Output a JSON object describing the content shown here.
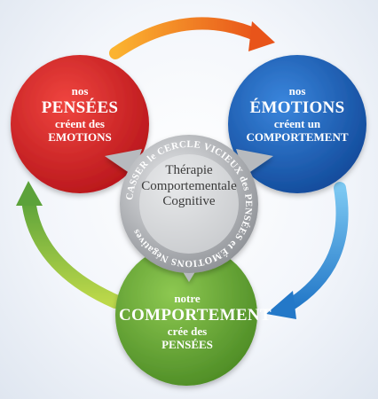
{
  "circles": {
    "pensees": {
      "line1": "nos",
      "line2": "PENSÉES",
      "line3": "créent des",
      "line4": "EMOTIONS",
      "color": "#d42a28"
    },
    "emotions": {
      "line1": "nos",
      "line2": "ÉMOTIONS",
      "line3": "créent un",
      "line4": "COMPORTEMENT",
      "color": "#1f5fb4"
    },
    "comportement": {
      "line1": "notre",
      "line2": "COMPORTEMENT",
      "line3": "crée des",
      "line4": "PENSÉES",
      "color": "#6aaa3c"
    }
  },
  "center": {
    "line1": "Thérapie",
    "line2": "Comportementale",
    "line3": "Cognitive",
    "ring_text": "CASSER le CERCLE VICIEUX des PENSÉES et ÉMOTIONS Négatives",
    "color": "#a9acb0"
  },
  "arrows": {
    "top_color": "#f08a1c",
    "right_color": "#4aa9e8",
    "left_color": "#8cc43f"
  }
}
